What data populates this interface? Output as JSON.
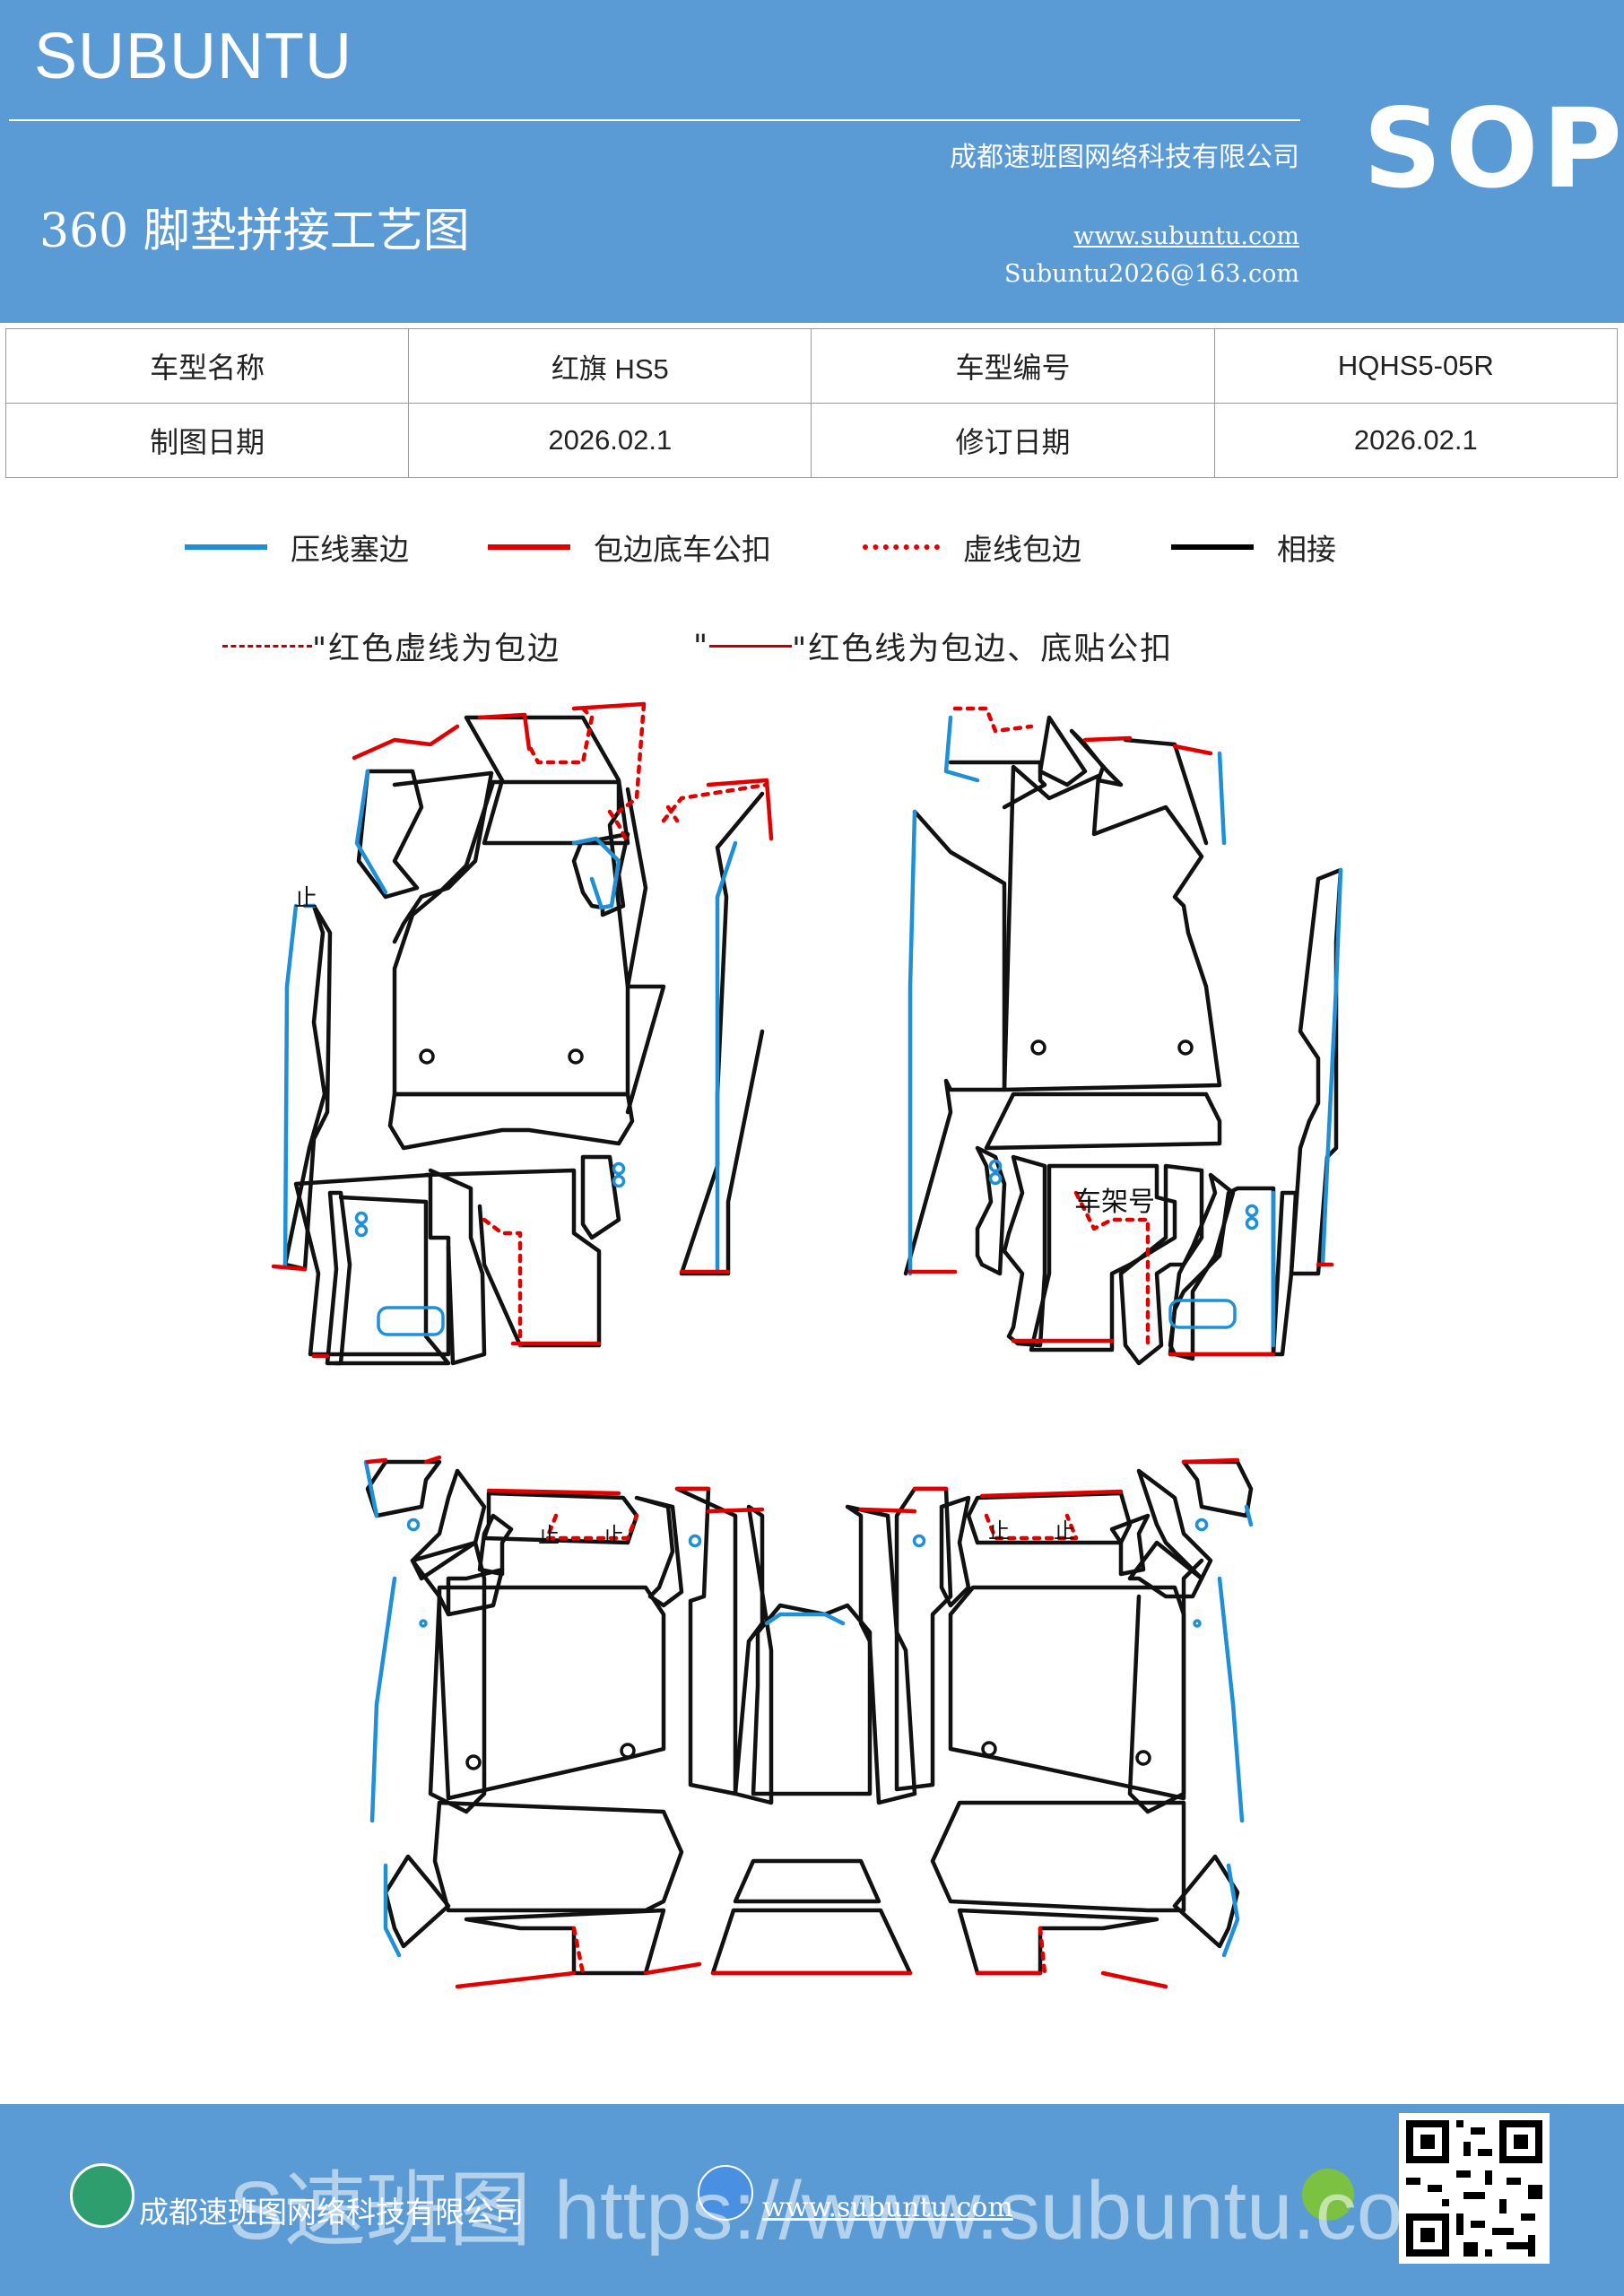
{
  "header": {
    "brand": "SUBUNTU",
    "company": "成都速班图网络科技有限公司",
    "sop": "SOP",
    "title": "360 脚垫拼接工艺图",
    "website": "www.subuntu.com",
    "email": "Subuntu2026@163.com"
  },
  "info": {
    "row1": {
      "label1": "车型名称",
      "value1": "红旗 HS5",
      "label2": "车型编号",
      "value2": "HQHS5-05R"
    },
    "row2": {
      "label1": "制图日期",
      "value1": "2026.02.1",
      "label2": "修订日期",
      "value2": "2026.02.1"
    }
  },
  "legend": [
    {
      "label": "压线塞边",
      "color": "#1f8fd6",
      "style": "solid"
    },
    {
      "label": "包边底车公扣",
      "color": "#e00000",
      "style": "solid"
    },
    {
      "label": "虚线包边",
      "color": "#e00000",
      "style": "dotted"
    },
    {
      "label": "相接",
      "color": "#000000",
      "style": "solid"
    }
  ],
  "notes": {
    "dashed": "\"红色虚线为包边",
    "solid_prefix": "\"",
    "solid": "\"红色线为包边、底贴公扣"
  },
  "diagram": {
    "frame_label": "车架号",
    "up_marks": [
      "止",
      "止",
      "止",
      "止",
      "止"
    ]
  },
  "footer": {
    "company": "成都速班图网络科技有限公司",
    "website": "www.subuntu.com",
    "watermark": "S速班图 https://www.subuntu.com"
  },
  "icons": {
    "home": "home-icon",
    "globe": "globe-icon",
    "wechat": "wechat-icon",
    "qr": "qr-code"
  }
}
